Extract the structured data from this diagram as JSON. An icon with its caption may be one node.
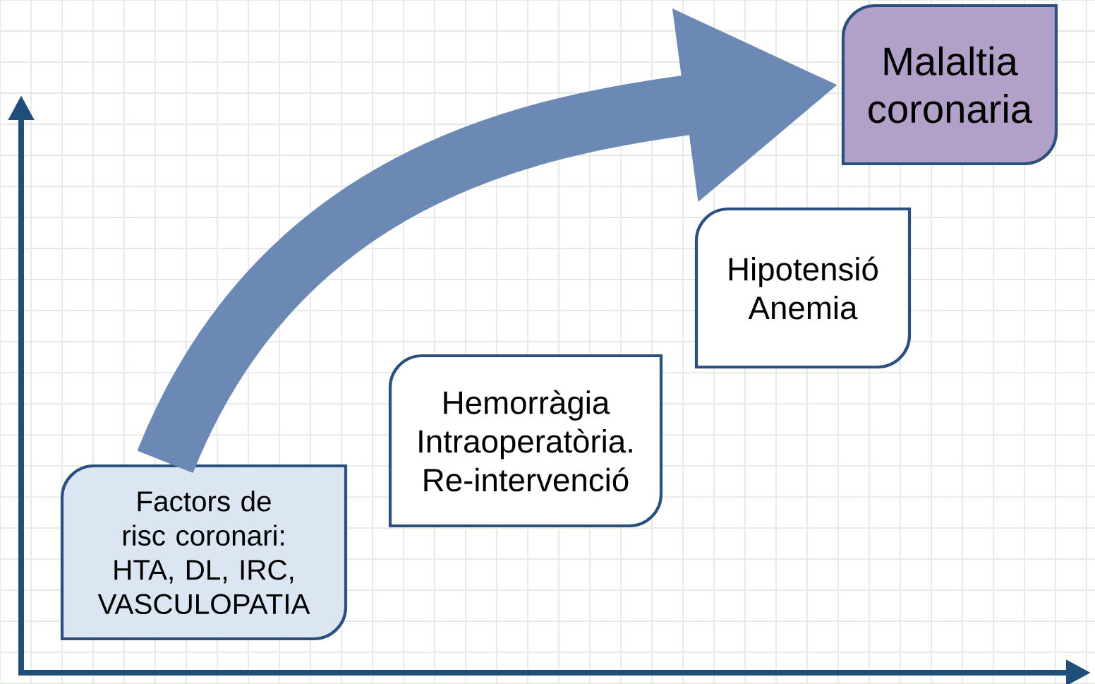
{
  "diagram": {
    "nodes": [
      {
        "text": [
          "Factors de risc coronari: HTA, DL, IRC, VASCULOPATIA"
        ]
      },
      {
        "text": [
          "Hemorràgia Intraoperatòria. Re-intervenció"
        ]
      },
      {
        "text": [
          "Hipotensió Anemia"
        ]
      },
      {
        "text": [
          "Malaltia coronaria"
        ]
      }
    ],
    "edges": [
      {
        "from": 0,
        "to": 3,
        "arrow": "to"
      }
    ]
  }
}
